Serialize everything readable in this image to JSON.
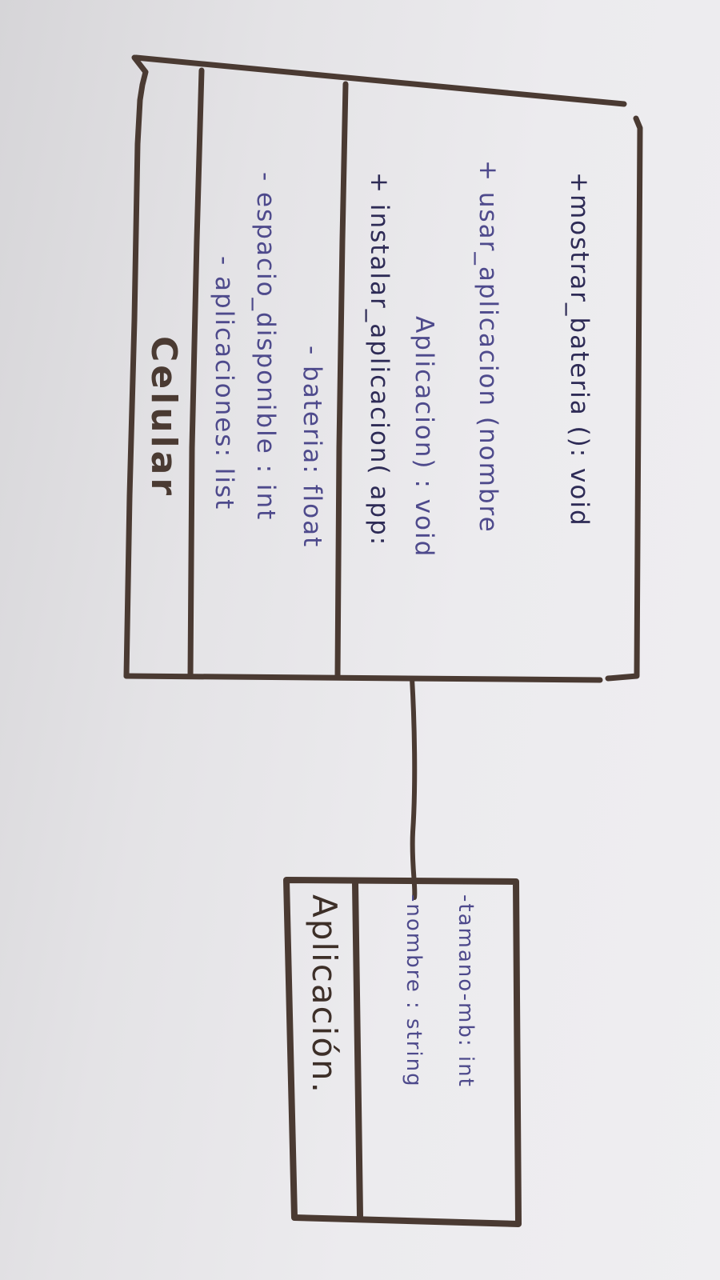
{
  "classes": [
    {
      "name": "Celular",
      "attributes": [
        "- aplicaciones: list",
        "- espacio_disponible : int",
        "- bateria: float"
      ],
      "methods": [
        "+ instalar_aplicacion( app:",
        "Aplicacion) : void",
        "+ usar_aplicacion (nombre",
        "+mostrar_bateria (): void"
      ]
    },
    {
      "name": "Aplicación.",
      "attributes": [
        "-nombre : string",
        "-tamano-mb: int"
      ]
    }
  ],
  "colors": {
    "ink_brown": "#4a3a32",
    "ink_blue": "#4e4a8c",
    "paper": "#e9e8eb"
  }
}
